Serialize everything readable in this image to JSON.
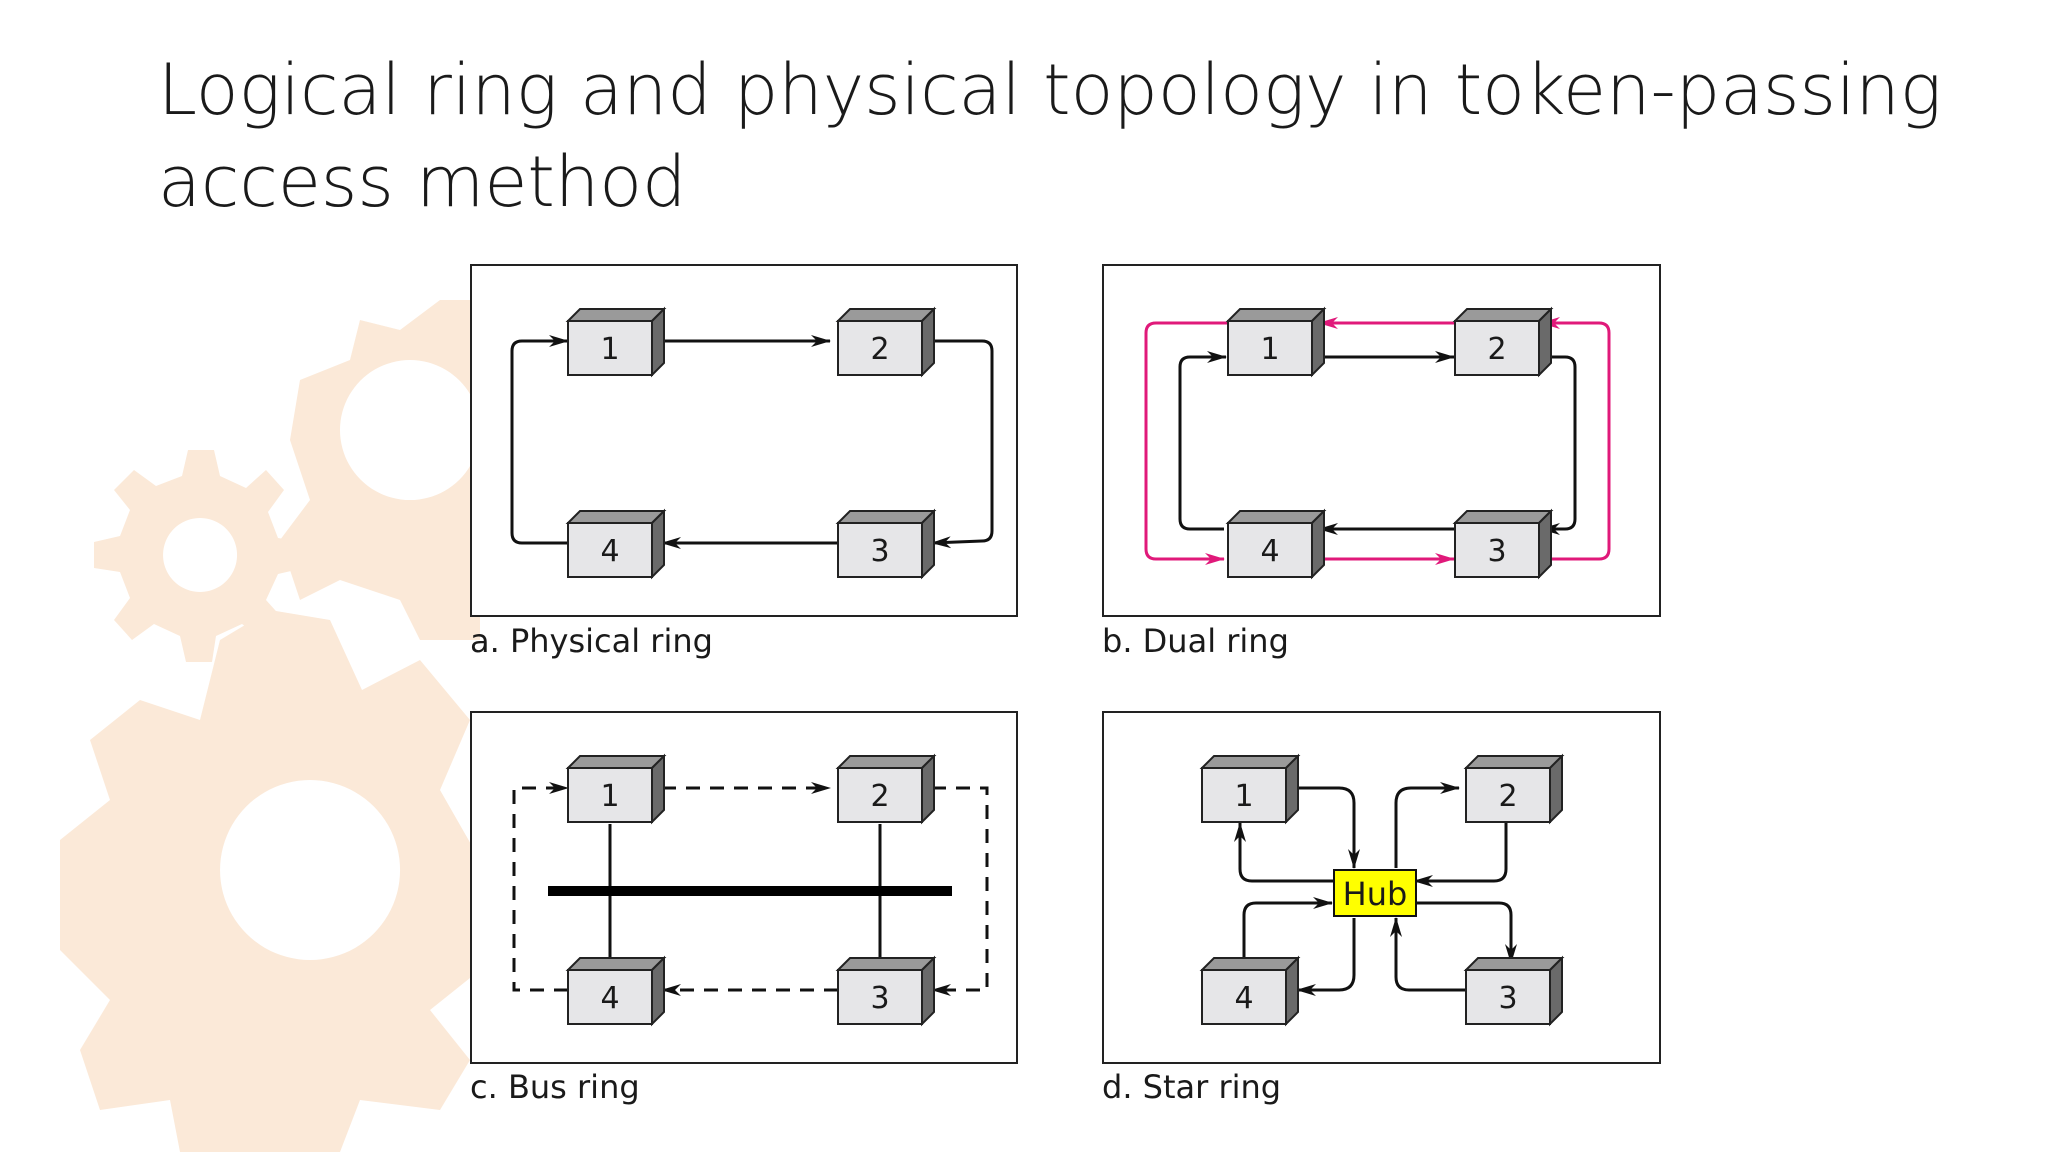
{
  "slide": {
    "title": "Logical ring and physical topology in token-passing access method"
  },
  "panels": [
    {
      "id": "a",
      "caption": "a. Physical ring",
      "nodes": [
        "1",
        "2",
        "3",
        "4"
      ]
    },
    {
      "id": "b",
      "caption": "b. Dual ring",
      "nodes": [
        "1",
        "2",
        "3",
        "4"
      ]
    },
    {
      "id": "c",
      "caption": "c. Bus ring",
      "nodes": [
        "1",
        "2",
        "3",
        "4"
      ]
    },
    {
      "id": "d",
      "caption": "d. Star ring",
      "nodes": [
        "1",
        "2",
        "3",
        "4"
      ],
      "hub": "Hub"
    }
  ],
  "colors": {
    "background_gears": "#fbe9d8",
    "secondary_ring": "#e0197a",
    "hub_fill": "#ffff00",
    "node_front": "#e6e6e8",
    "node_top": "#9a9a9a",
    "node_side": "#6a6a6a"
  }
}
